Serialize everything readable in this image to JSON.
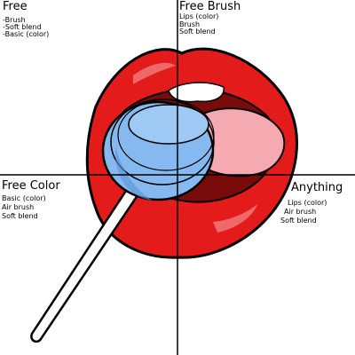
{
  "colors": {
    "lip_red": "#e31b1b",
    "lip_highlight": "#f28a8a",
    "tongue_pink": "#f5a9b0",
    "mouth_dark": "#7a0b0b",
    "candy_blue": "#86b9f0",
    "candy_blue_dark": "#5a95d6",
    "outline": "#000000",
    "stick": "#ffffff"
  },
  "quadrants": {
    "top_left": {
      "title": "Free",
      "items": [
        "-Brush",
        "-Soft blend",
        "-Basic (color)"
      ]
    },
    "top_right": {
      "title": "Free Brush",
      "items": [
        "Lips (color)",
        "Brush",
        "Soft blend"
      ]
    },
    "bottom_left": {
      "title": "Free Color",
      "items": [
        "Basic (color)",
        "Air brush",
        "Soft blend"
      ]
    },
    "bottom_right": {
      "title": "Anything",
      "items": [
        "Lips (color)",
        "Air brush",
        "Soft blend"
      ]
    }
  }
}
